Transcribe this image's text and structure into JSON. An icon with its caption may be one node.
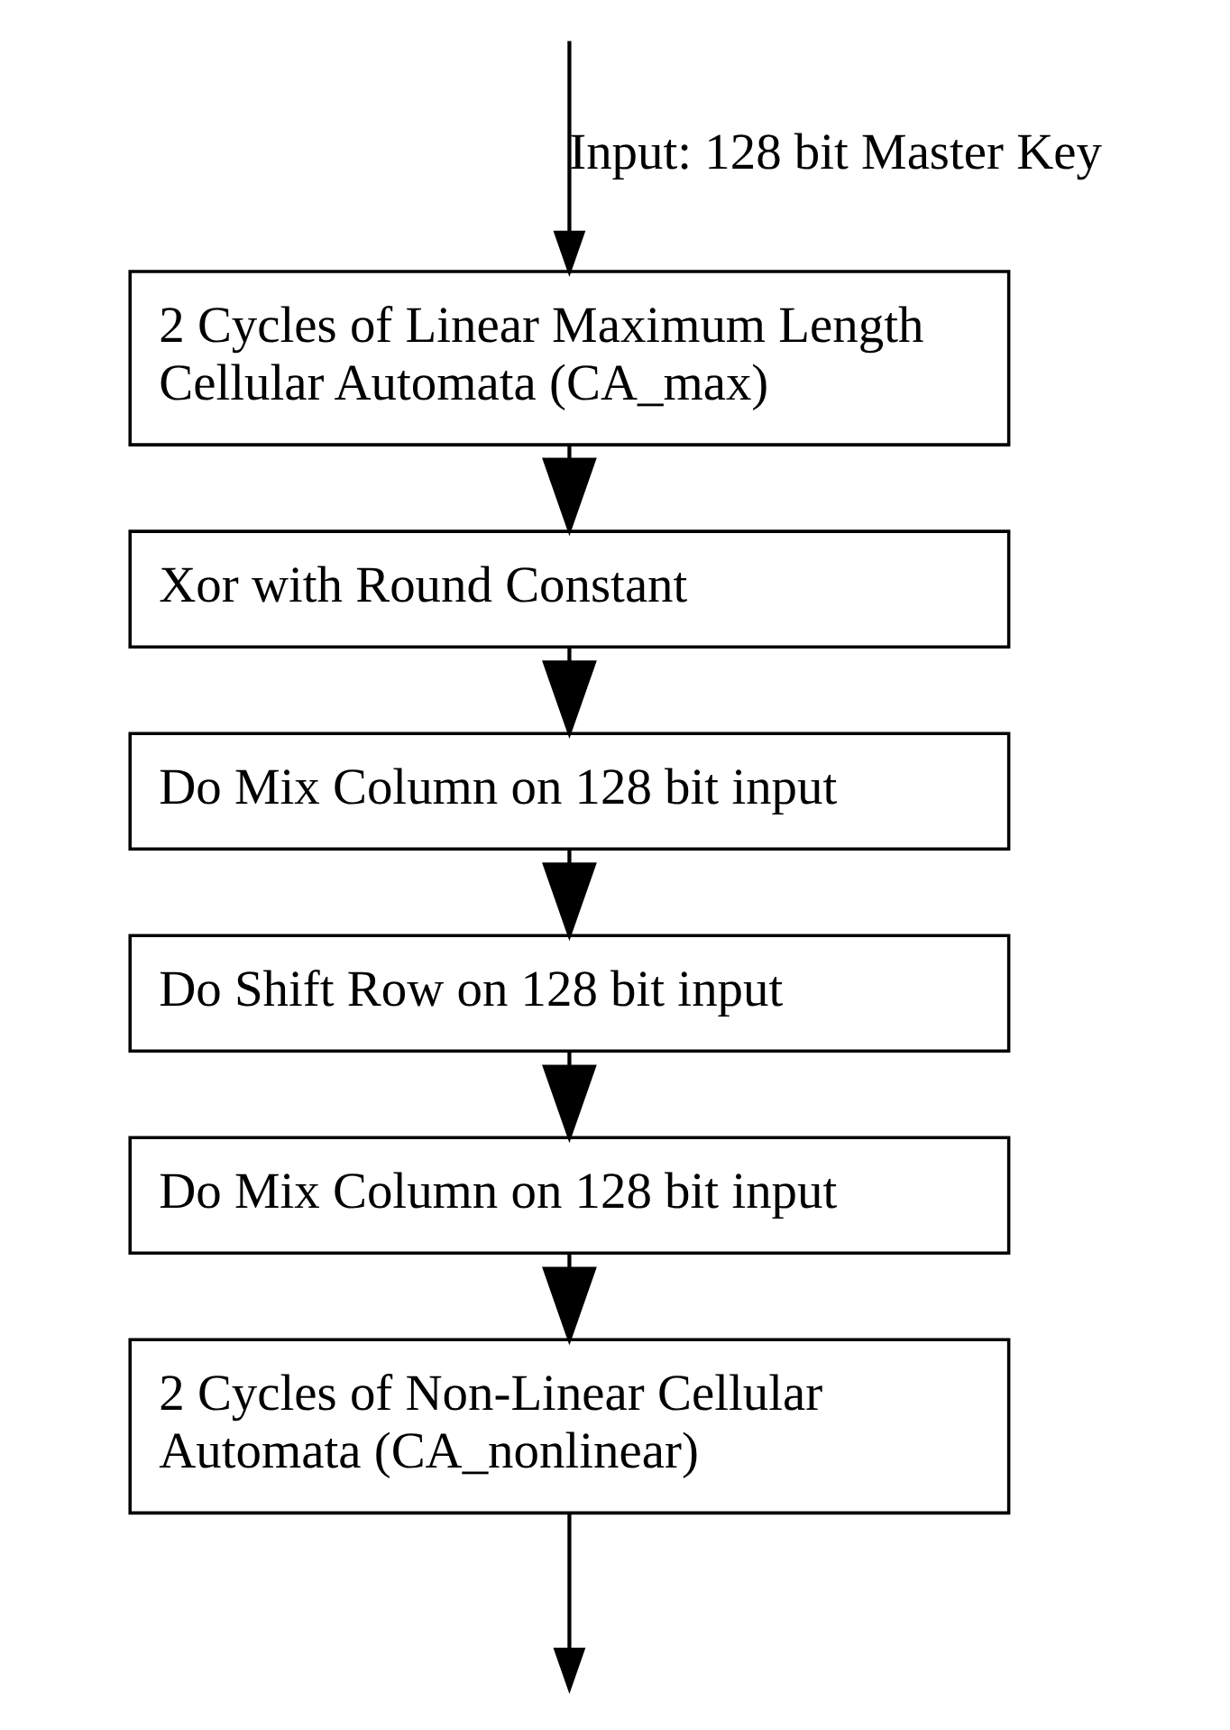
{
  "diagram": {
    "nodes": [
      {
        "text": [
          "2 Cycles of Linear Maximum Length Cellular Automata (CA_max)"
        ]
      },
      {
        "text": [
          "Xor with Round Constant"
        ]
      },
      {
        "text": [
          "Do Mix Column on 128 bit input"
        ]
      },
      {
        "text": [
          "Do Shift Row on 128 bit input"
        ]
      },
      {
        "text": [
          "Do Mix Column on 128 bit input"
        ]
      },
      {
        "text": [
          "2 Cycles of Non-Linear Cellular Automata (CA_nonlinear)"
        ]
      }
    ],
    "edges": [
      {
        "from": null,
        "to": 0,
        "arrow": "to",
        "label": "Input: 128 bit Master Key"
      },
      {
        "from": 0,
        "to": 1,
        "arrow": "to"
      },
      {
        "from": 1,
        "to": 2,
        "arrow": "to"
      },
      {
        "from": 2,
        "to": 3,
        "arrow": "to"
      },
      {
        "from": 3,
        "to": 4,
        "arrow": "to"
      },
      {
        "from": 4,
        "to": 5,
        "arrow": "to"
      },
      {
        "from": 5,
        "to": null,
        "arrow": "to"
      }
    ]
  }
}
